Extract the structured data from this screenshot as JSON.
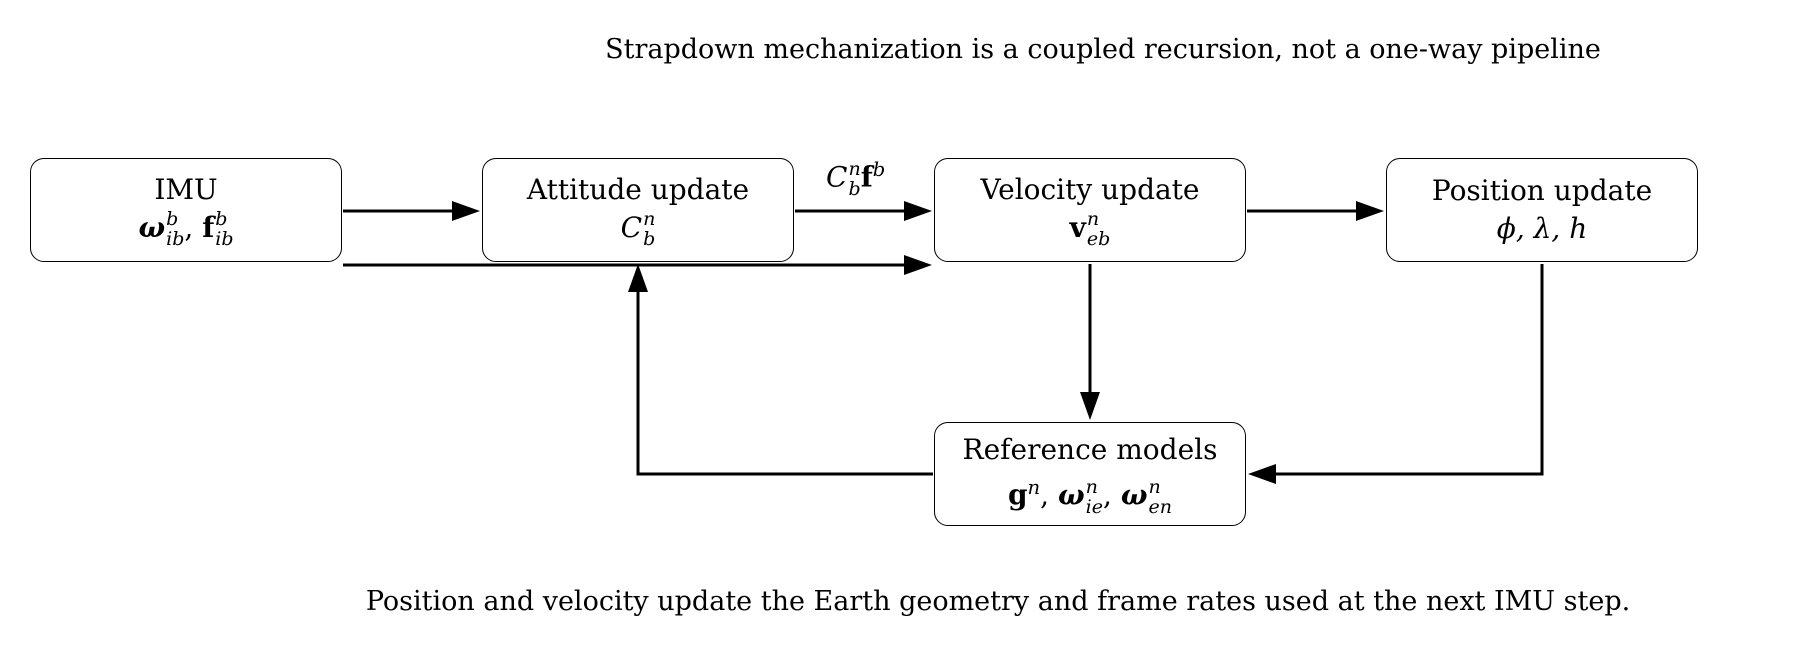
{
  "title": "Strapdown mechanization is a coupled recursion, not a one-way pipeline",
  "caption": "Position and velocity update the Earth geometry and frame rates used at the next IMU step.",
  "nodes": {
    "imu": {
      "label": "IMU",
      "omega": "ω",
      "omega_sup": "b",
      "omega_sub": "ib",
      "sep": ", ",
      "f": "f",
      "f_sup": "b",
      "f_sub": "ib"
    },
    "attitude": {
      "label": "Attitude update",
      "C": "C",
      "C_sup": "n",
      "C_sub": "b"
    },
    "velocity": {
      "label": "Velocity update",
      "v": "v",
      "v_sup": "n",
      "v_sub": "eb"
    },
    "position": {
      "label": "Position update",
      "vars": "ϕ, λ, h"
    },
    "reference": {
      "label": "Reference models",
      "g": "g",
      "g_sup": "n",
      "sep1": ", ",
      "w1": "ω",
      "w1_sup": "n",
      "w1_sub": "ie",
      "sep2": ", ",
      "w2": "ω",
      "w2_sup": "n",
      "w2_sub": "en"
    }
  },
  "edge_label_att_vel": {
    "C": "C",
    "C_sup": "n",
    "C_sub": "b",
    "f": "f",
    "f_sup": "b"
  }
}
